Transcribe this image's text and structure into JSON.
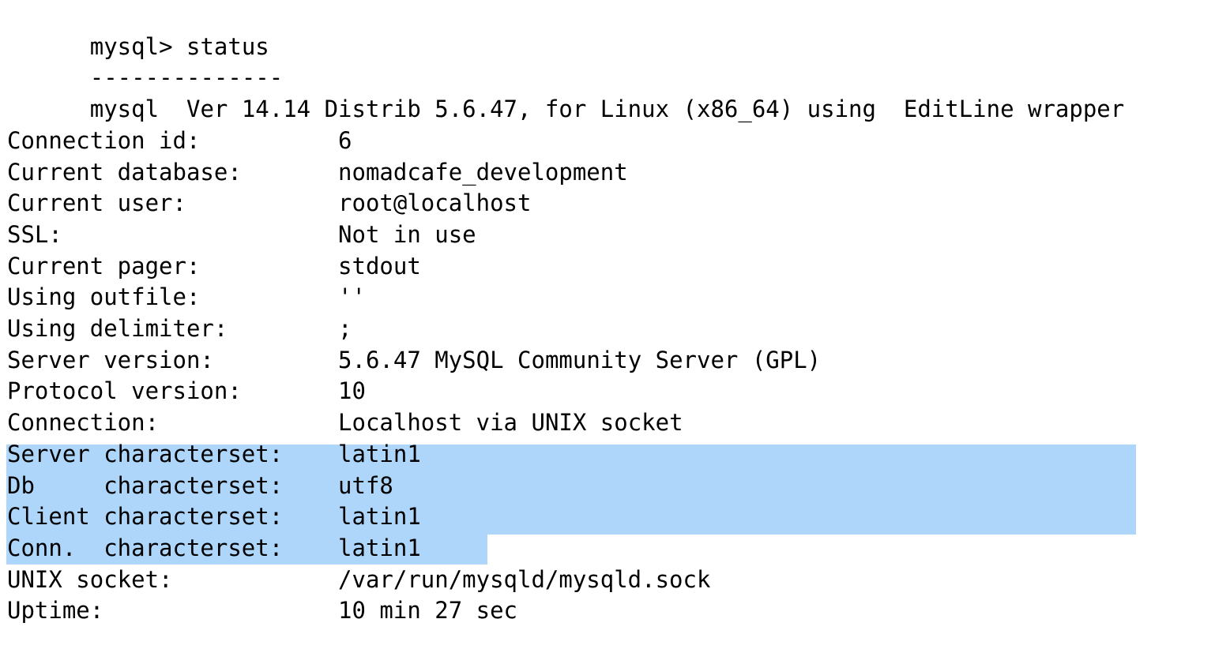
{
  "terminal": {
    "app": "mysql-client",
    "colors": {
      "background": "#ffffff",
      "foreground": "#000000",
      "selection": "#aed6fa"
    },
    "prompt": "mysql> ",
    "command": "status",
    "separator": "--------------",
    "banner": "mysql  Ver 14.14 Distrib 5.6.47, for Linux (x86_64) using  EditLine wrapper",
    "blank": "",
    "label_column": 0,
    "value_column": 24,
    "rows": [
      {
        "label": "Connection id:",
        "value": "6",
        "selected": false
      },
      {
        "label": "Current database:",
        "value": "nomadcafe_development",
        "selected": false
      },
      {
        "label": "Current user:",
        "value": "root@localhost",
        "selected": false
      },
      {
        "label": "SSL:",
        "value": "Not in use",
        "selected": false
      },
      {
        "label": "Current pager:",
        "value": "stdout",
        "selected": false
      },
      {
        "label": "Using outfile:",
        "value": "''",
        "selected": false
      },
      {
        "label": "Using delimiter:",
        "value": ";",
        "selected": false
      },
      {
        "label": "Server version:",
        "value": "5.6.47 MySQL Community Server (GPL)",
        "selected": false
      },
      {
        "label": "Protocol version:",
        "value": "10",
        "selected": false
      },
      {
        "label": "Connection:",
        "value": "Localhost via UNIX socket",
        "selected": false
      },
      {
        "label": "Server characterset:",
        "value": "latin1",
        "selected": true
      },
      {
        "label": "Db     characterset:",
        "value": "utf8",
        "selected": true
      },
      {
        "label": "Client characterset:",
        "value": "latin1",
        "selected": true
      },
      {
        "label": "Conn.  characterset:",
        "value": "latin1",
        "selected": true
      },
      {
        "label": "UNIX socket:",
        "value": "/var/run/mysqld/mysqld.sock",
        "selected": false
      },
      {
        "label": "Uptime:",
        "value": "10 min 27 sec",
        "selected": false
      }
    ],
    "selection": {
      "full_width_rows": [
        0,
        1,
        2
      ],
      "partial_row_index": 3,
      "partial_end_column": 30
    }
  }
}
